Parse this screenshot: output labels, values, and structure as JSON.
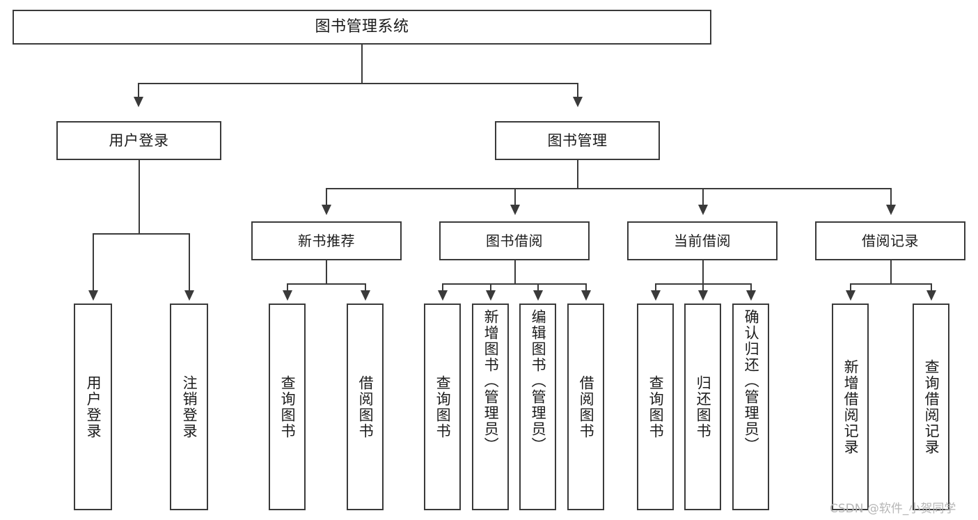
{
  "diagram": {
    "title": "图书管理系统",
    "type": "tree",
    "watermark": "CSDN @软件_小贺同学",
    "line_color": "#3a3a3a",
    "background_color": "#ffffff",
    "text_color": "#1b1b1b",
    "watermark_color": "#b6b6b6"
  },
  "root": {
    "label": "图书管理系统"
  },
  "level2": [
    {
      "label": "用户登录"
    },
    {
      "label": "图书管理"
    }
  ],
  "level3": [
    {
      "label": "新书推荐"
    },
    {
      "label": "图书借阅"
    },
    {
      "label": "当前借阅"
    },
    {
      "label": "借阅记录"
    }
  ],
  "leaves": {
    "user_login": [
      {
        "label": "用户登录"
      },
      {
        "label": "注销登录"
      }
    ],
    "new_book_recommend": [
      {
        "label": "查询图书"
      },
      {
        "label": "借阅图书"
      }
    ],
    "book_borrow": [
      {
        "label": "查询图书"
      },
      {
        "label": "新增图书（管理员）"
      },
      {
        "label": "编辑图书（管理员）"
      },
      {
        "label": "借阅图书"
      }
    ],
    "current_borrow": [
      {
        "label": "查询图书"
      },
      {
        "label": "归还图书"
      },
      {
        "label": "确认归还（管理员）"
      }
    ],
    "borrow_record": [
      {
        "label": "新增借阅记录"
      },
      {
        "label": "查询借阅记录"
      }
    ]
  }
}
